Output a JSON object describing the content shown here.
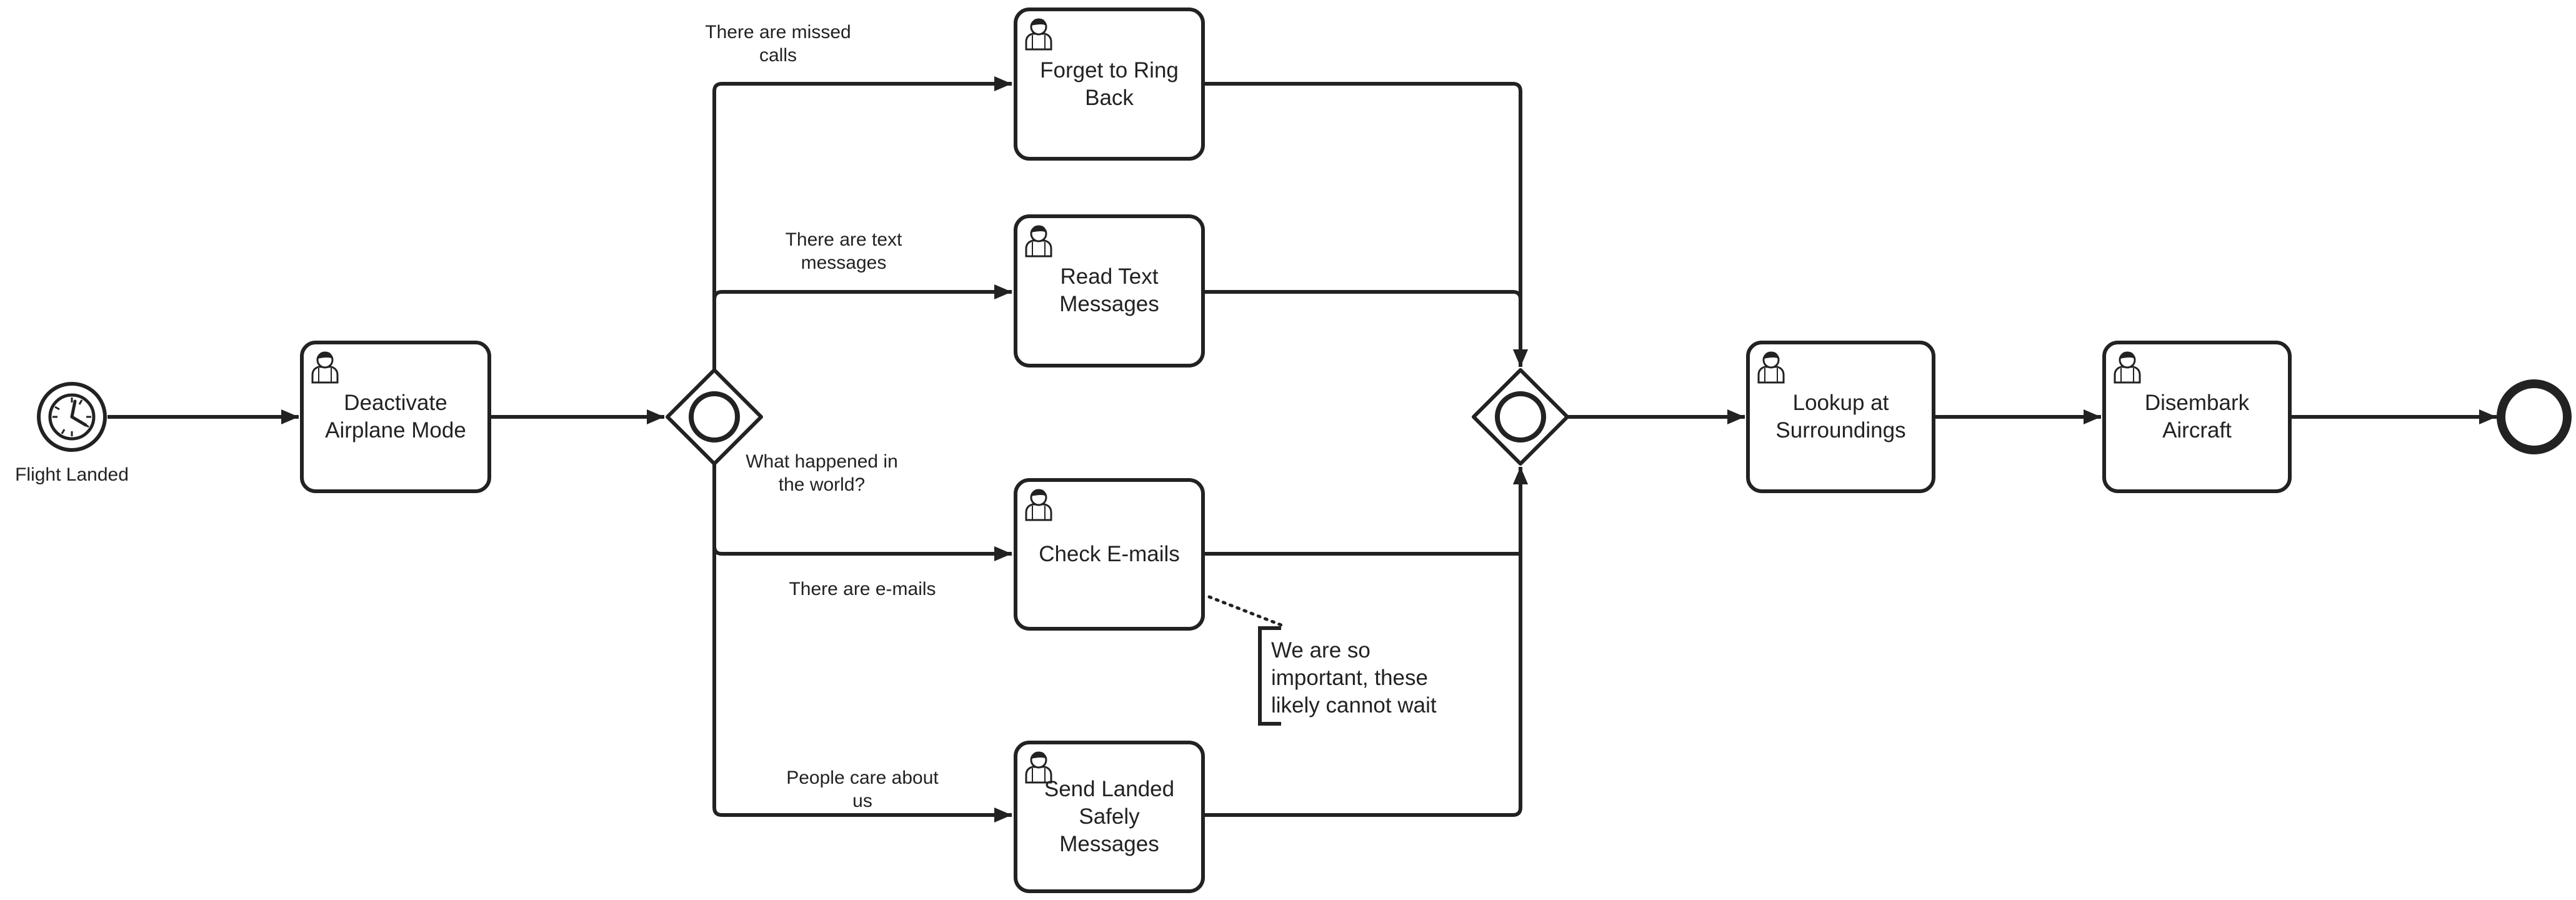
{
  "start_event": {
    "label": "Flight Landed",
    "icon": "clock-icon"
  },
  "tasks": {
    "deactivate": "Deactivate\nAirplane Mode",
    "forget": "Forget to Ring\nBack",
    "read_text": "Read Text\nMessages",
    "check_email": "Check E-mails",
    "send_landed": "Send Landed\nSafely\nMessages",
    "lookup": "Lookup at\nSurroundings",
    "disembark": "Disembark\nAircraft"
  },
  "task_icon": "user-icon",
  "gateway": {
    "type": "inclusive",
    "icon": "circle-in-diamond"
  },
  "gateway_label": "What happened in\nthe world?",
  "flows": {
    "missed_calls": "There are missed\ncalls",
    "text_messages": "There are text\nmessages",
    "emails": "There are e-mails",
    "care": "People care about\nus"
  },
  "annotation": "We are so\nimportant, these\nlikely cannot wait",
  "colors": {
    "stroke": "#222222",
    "fill": "#ffffff"
  }
}
